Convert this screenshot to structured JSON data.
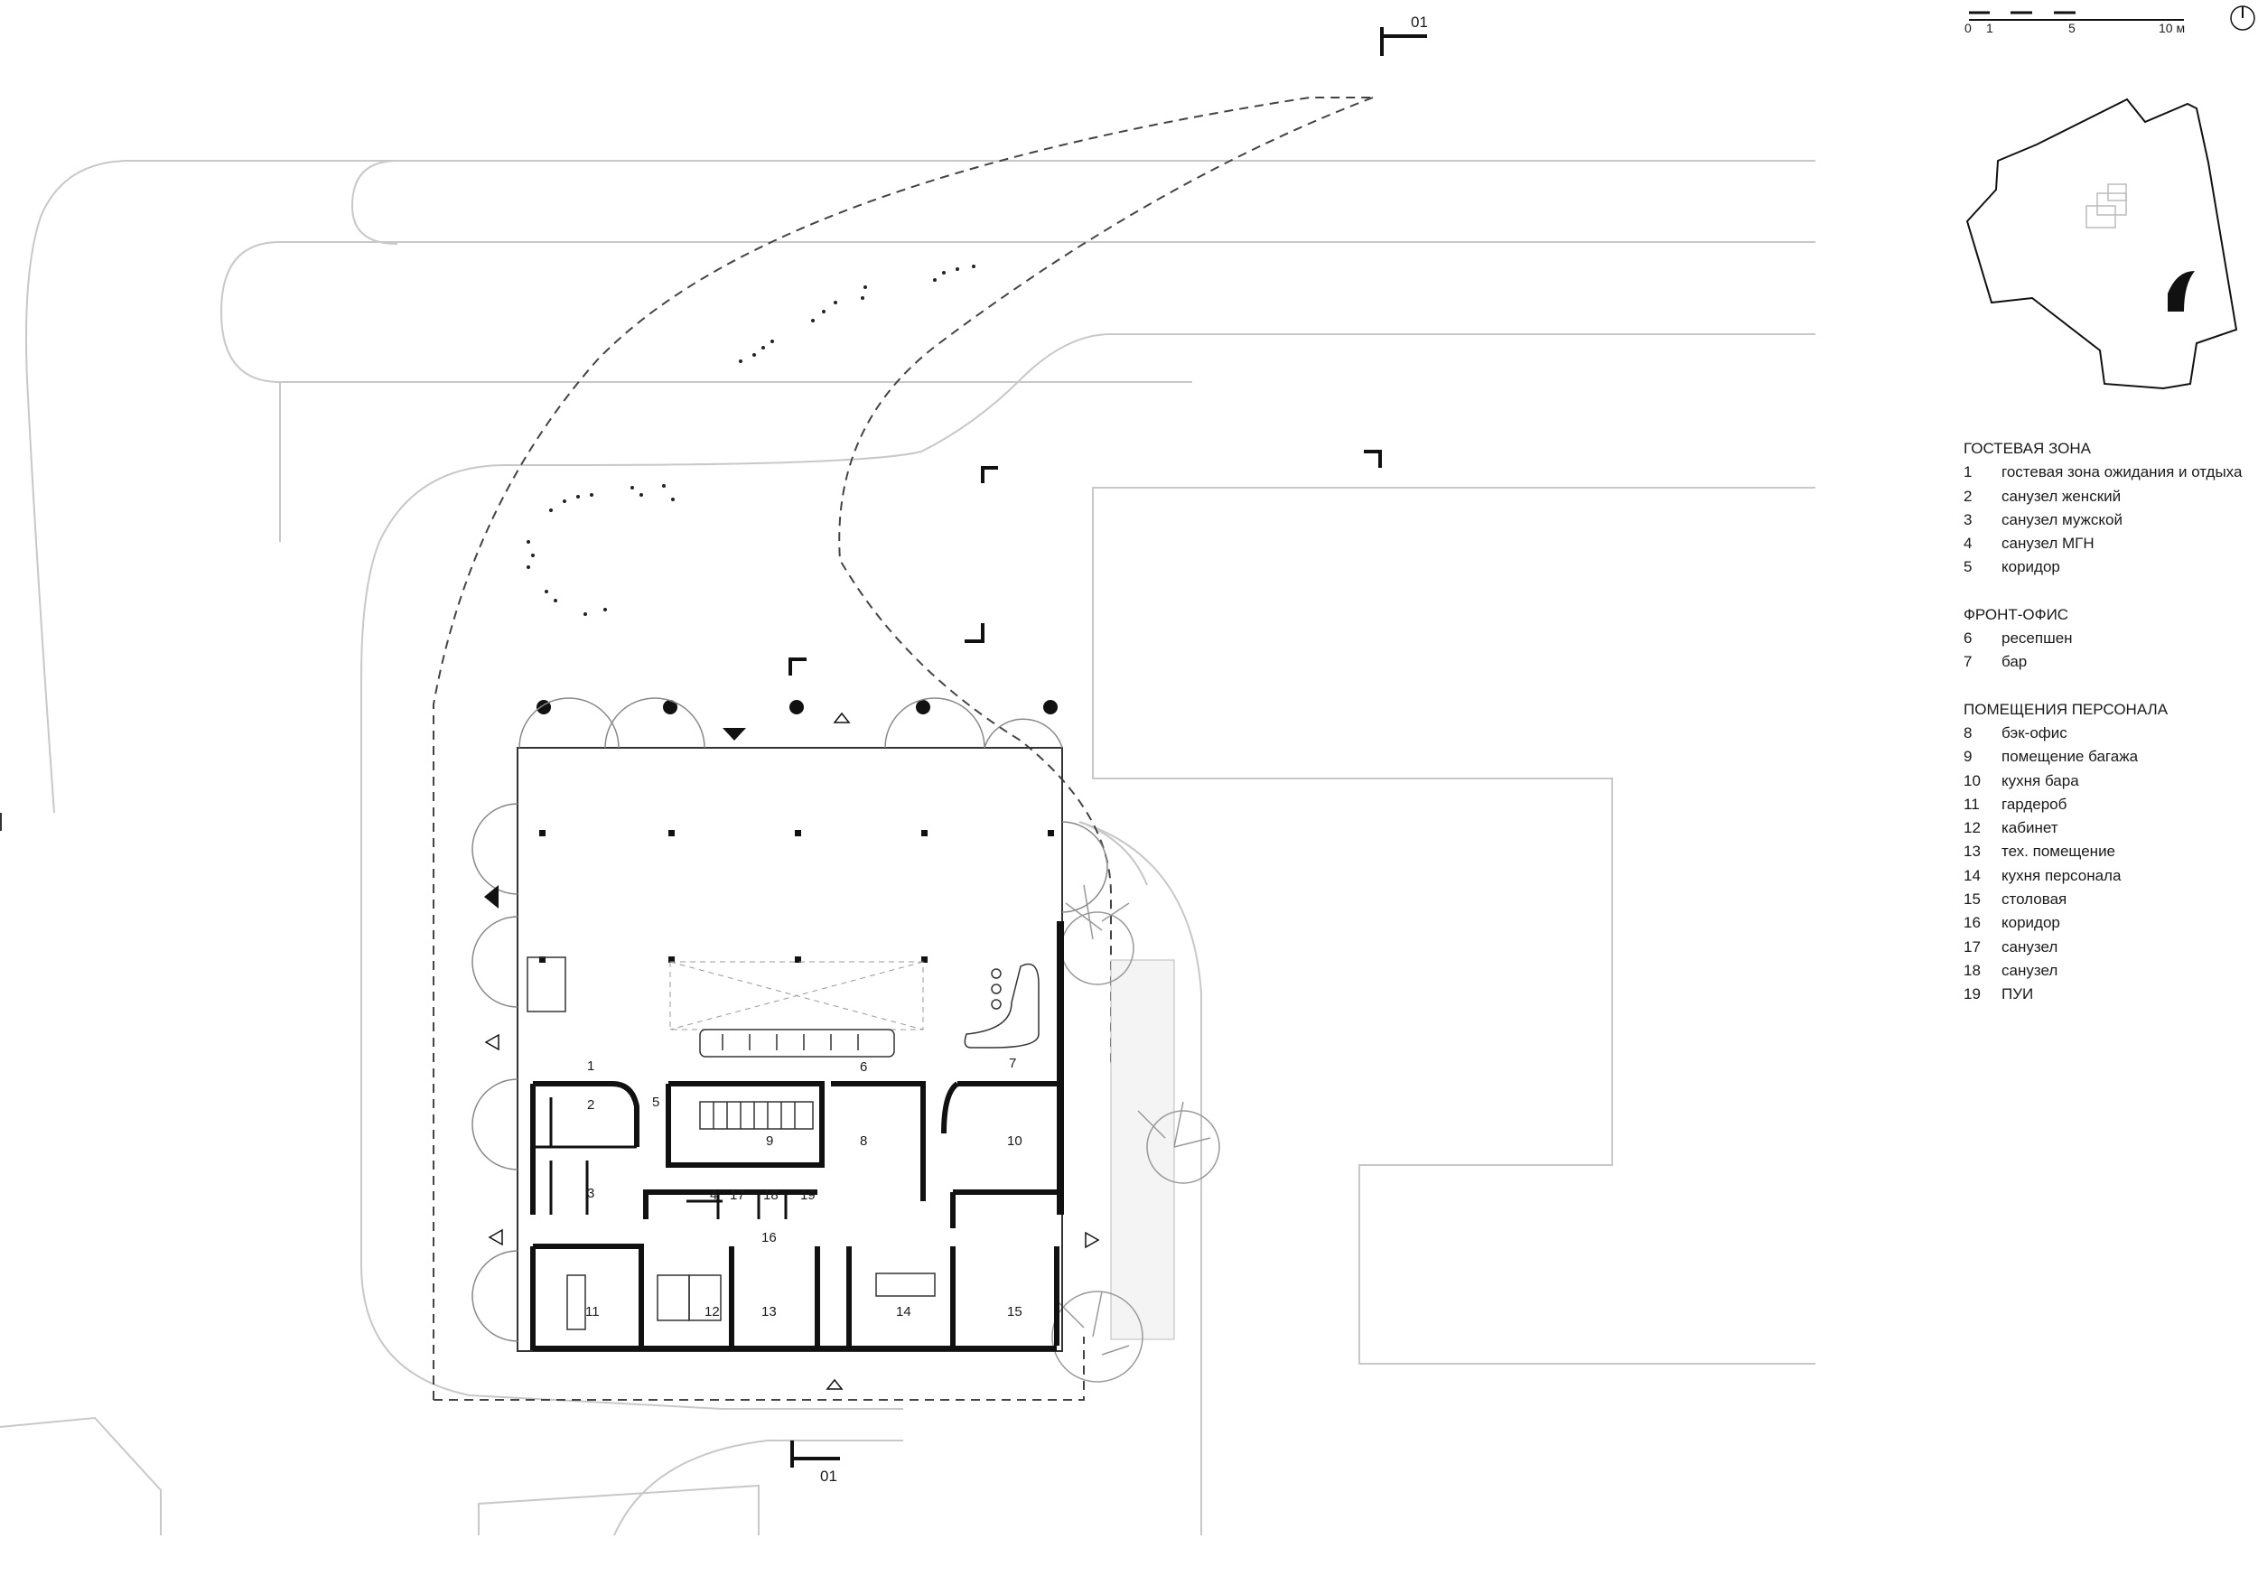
{
  "section_marks": {
    "top": "01",
    "bottom": "01"
  },
  "scale_bar": {
    "ticks": [
      "0",
      "1",
      "5",
      "10 м"
    ]
  },
  "room_numbers": [
    "1",
    "2",
    "3",
    "4",
    "5",
    "6",
    "7",
    "8",
    "9",
    "10",
    "11",
    "12",
    "13",
    "14",
    "15",
    "16",
    "17",
    "18",
    "19"
  ],
  "legend": {
    "groups": [
      {
        "title": "ГОСТЕВАЯ ЗОНА",
        "items": [
          {
            "n": "1",
            "t": "гостевая зона ожидания и отдыха"
          },
          {
            "n": "2",
            "t": "санузел женский"
          },
          {
            "n": "3",
            "t": "санузел мужской"
          },
          {
            "n": "4",
            "t": "санузел МГН"
          },
          {
            "n": "5",
            "t": "коридор"
          }
        ]
      },
      {
        "title": "ФРОНТ-ОФИС",
        "items": [
          {
            "n": "6",
            "t": "ресепшен"
          },
          {
            "n": "7",
            "t": "бар"
          }
        ]
      },
      {
        "title": "ПОМЕЩЕНИЯ ПЕРСОНАЛА",
        "items": [
          {
            "n": "8",
            "t": "бэк-офис"
          },
          {
            "n": "9",
            "t": "помещение багажа"
          },
          {
            "n": "10",
            "t": "кухня бара"
          },
          {
            "n": "11",
            "t": "гардероб"
          },
          {
            "n": "12",
            "t": "кабинет"
          },
          {
            "n": "13",
            "t": "тех. помещение"
          },
          {
            "n": "14",
            "t": "кухня персонала"
          },
          {
            "n": "15",
            "t": "столовая"
          },
          {
            "n": "16",
            "t": "коридор"
          },
          {
            "n": "17",
            "t": "санузел"
          },
          {
            "n": "18",
            "t": "санузел"
          },
          {
            "n": "19",
            "t": "ПУИ"
          }
        ]
      }
    ]
  }
}
